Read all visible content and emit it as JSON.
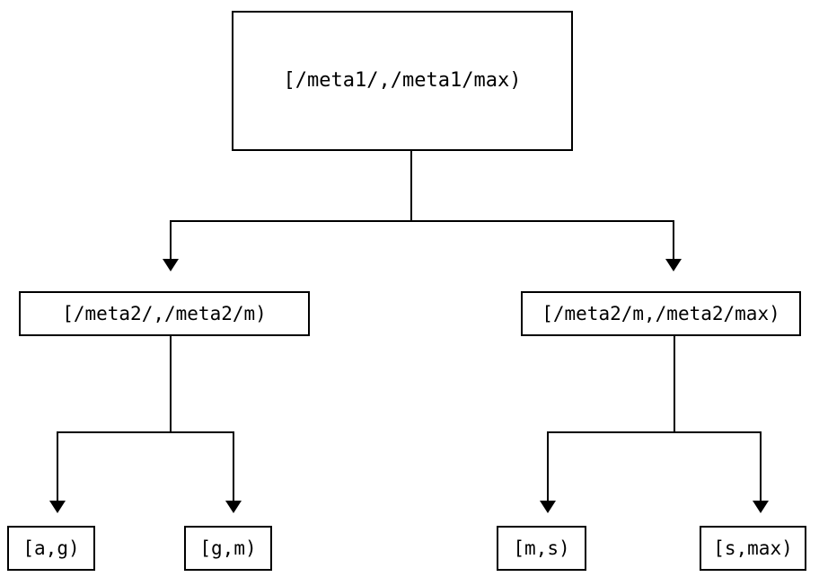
{
  "diagram": {
    "type": "tree",
    "title": "",
    "orientation": "top-down",
    "background_color": "#ffffff",
    "line_color": "#000000",
    "box_border_color": "#000000",
    "box_fill_color": "#ffffff",
    "nodes": {
      "root": {
        "id": "root",
        "label": "[/meta1/,/meta1/max)",
        "level": 0
      },
      "mid_left": {
        "id": "mid_left",
        "label": "[/meta2/,/meta2/m)",
        "level": 1
      },
      "mid_right": {
        "id": "mid_right",
        "label": "[/meta2/m,/meta2/max)",
        "level": 1
      },
      "leaf_1": {
        "id": "leaf_1",
        "label": "[a,g)",
        "level": 2
      },
      "leaf_2": {
        "id": "leaf_2",
        "label": "[g,m)",
        "level": 2
      },
      "leaf_3": {
        "id": "leaf_3",
        "label": "[m,s)",
        "level": 2
      },
      "leaf_4": {
        "id": "leaf_4",
        "label": "[s,max)",
        "level": 2
      }
    },
    "edges": [
      {
        "from": "root",
        "to": "mid_left",
        "arrow": "down-triangle"
      },
      {
        "from": "root",
        "to": "mid_right",
        "arrow": "down-triangle"
      },
      {
        "from": "mid_left",
        "to": "leaf_1",
        "arrow": "down-triangle"
      },
      {
        "from": "mid_left",
        "to": "leaf_2",
        "arrow": "down-triangle"
      },
      {
        "from": "mid_right",
        "to": "leaf_3",
        "arrow": "down-triangle"
      },
      {
        "from": "mid_right",
        "to": "leaf_4",
        "arrow": "down-triangle"
      }
    ]
  }
}
